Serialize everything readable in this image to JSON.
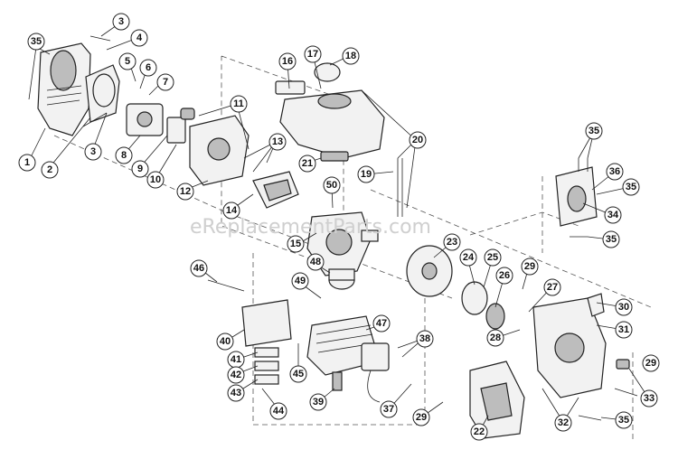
{
  "watermark": "eReplacementParts.com",
  "callouts": [
    {
      "id": "c1",
      "label": "1"
    },
    {
      "id": "c2",
      "label": "2"
    },
    {
      "id": "c3a",
      "label": "3"
    },
    {
      "id": "c3b",
      "label": "3"
    },
    {
      "id": "c4",
      "label": "4"
    },
    {
      "id": "c5",
      "label": "5"
    },
    {
      "id": "c6",
      "label": "6"
    },
    {
      "id": "c7",
      "label": "7"
    },
    {
      "id": "c8",
      "label": "8"
    },
    {
      "id": "c9",
      "label": "9"
    },
    {
      "id": "c10",
      "label": "10"
    },
    {
      "id": "c11",
      "label": "11"
    },
    {
      "id": "c12",
      "label": "12"
    },
    {
      "id": "c13",
      "label": "13"
    },
    {
      "id": "c14",
      "label": "14"
    },
    {
      "id": "c15",
      "label": "15"
    },
    {
      "id": "c16",
      "label": "16"
    },
    {
      "id": "c17",
      "label": "17"
    },
    {
      "id": "c18",
      "label": "18"
    },
    {
      "id": "c19",
      "label": "19"
    },
    {
      "id": "c20",
      "label": "20"
    },
    {
      "id": "c21",
      "label": "21"
    },
    {
      "id": "c22",
      "label": "22"
    },
    {
      "id": "c23",
      "label": "23"
    },
    {
      "id": "c24",
      "label": "24"
    },
    {
      "id": "c25",
      "label": "25"
    },
    {
      "id": "c26",
      "label": "26"
    },
    {
      "id": "c27",
      "label": "27"
    },
    {
      "id": "c28",
      "label": "28"
    },
    {
      "id": "c29a",
      "label": "29"
    },
    {
      "id": "c29b",
      "label": "29"
    },
    {
      "id": "c29c",
      "label": "29"
    },
    {
      "id": "c30",
      "label": "30"
    },
    {
      "id": "c31",
      "label": "31"
    },
    {
      "id": "c32",
      "label": "32"
    },
    {
      "id": "c33",
      "label": "33"
    },
    {
      "id": "c34",
      "label": "34"
    },
    {
      "id": "c35a",
      "label": "35"
    },
    {
      "id": "c35b",
      "label": "35"
    },
    {
      "id": "c35c",
      "label": "35"
    },
    {
      "id": "c35d",
      "label": "35"
    },
    {
      "id": "c35e",
      "label": "35"
    },
    {
      "id": "c36",
      "label": "36"
    },
    {
      "id": "c37",
      "label": "37"
    },
    {
      "id": "c38",
      "label": "38"
    },
    {
      "id": "c39",
      "label": "39"
    },
    {
      "id": "c40",
      "label": "40"
    },
    {
      "id": "c41",
      "label": "41"
    },
    {
      "id": "c42",
      "label": "42"
    },
    {
      "id": "c43",
      "label": "43"
    },
    {
      "id": "c44",
      "label": "44"
    },
    {
      "id": "c45",
      "label": "45"
    },
    {
      "id": "c46",
      "label": "46"
    },
    {
      "id": "c47",
      "label": "47"
    },
    {
      "id": "c48",
      "label": "48"
    },
    {
      "id": "c49",
      "label": "49"
    },
    {
      "id": "c50",
      "label": "50"
    }
  ]
}
